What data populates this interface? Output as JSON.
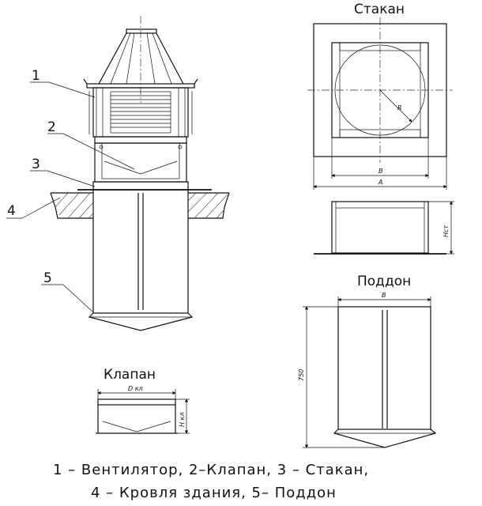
{
  "titles": {
    "stakan": "Стакан",
    "poddon": "Поддон",
    "klapan": "Клапан"
  },
  "callouts": [
    "1",
    "2",
    "3",
    "4",
    "5"
  ],
  "dimensions": {
    "stakan_width_inner": "B",
    "stakan_width_outer": "A",
    "stakan_radius": "R",
    "stakan_height": "Нст",
    "poddon_width": "B",
    "poddon_height": "750",
    "klapan_diameter": "D кл",
    "klapan_height": "Н кл"
  },
  "caption": {
    "line1": "1 – Вентилятор, 2–Клапан, 3 – Стакан,",
    "line2": "4 – Кровля здания, 5– Поддон"
  }
}
